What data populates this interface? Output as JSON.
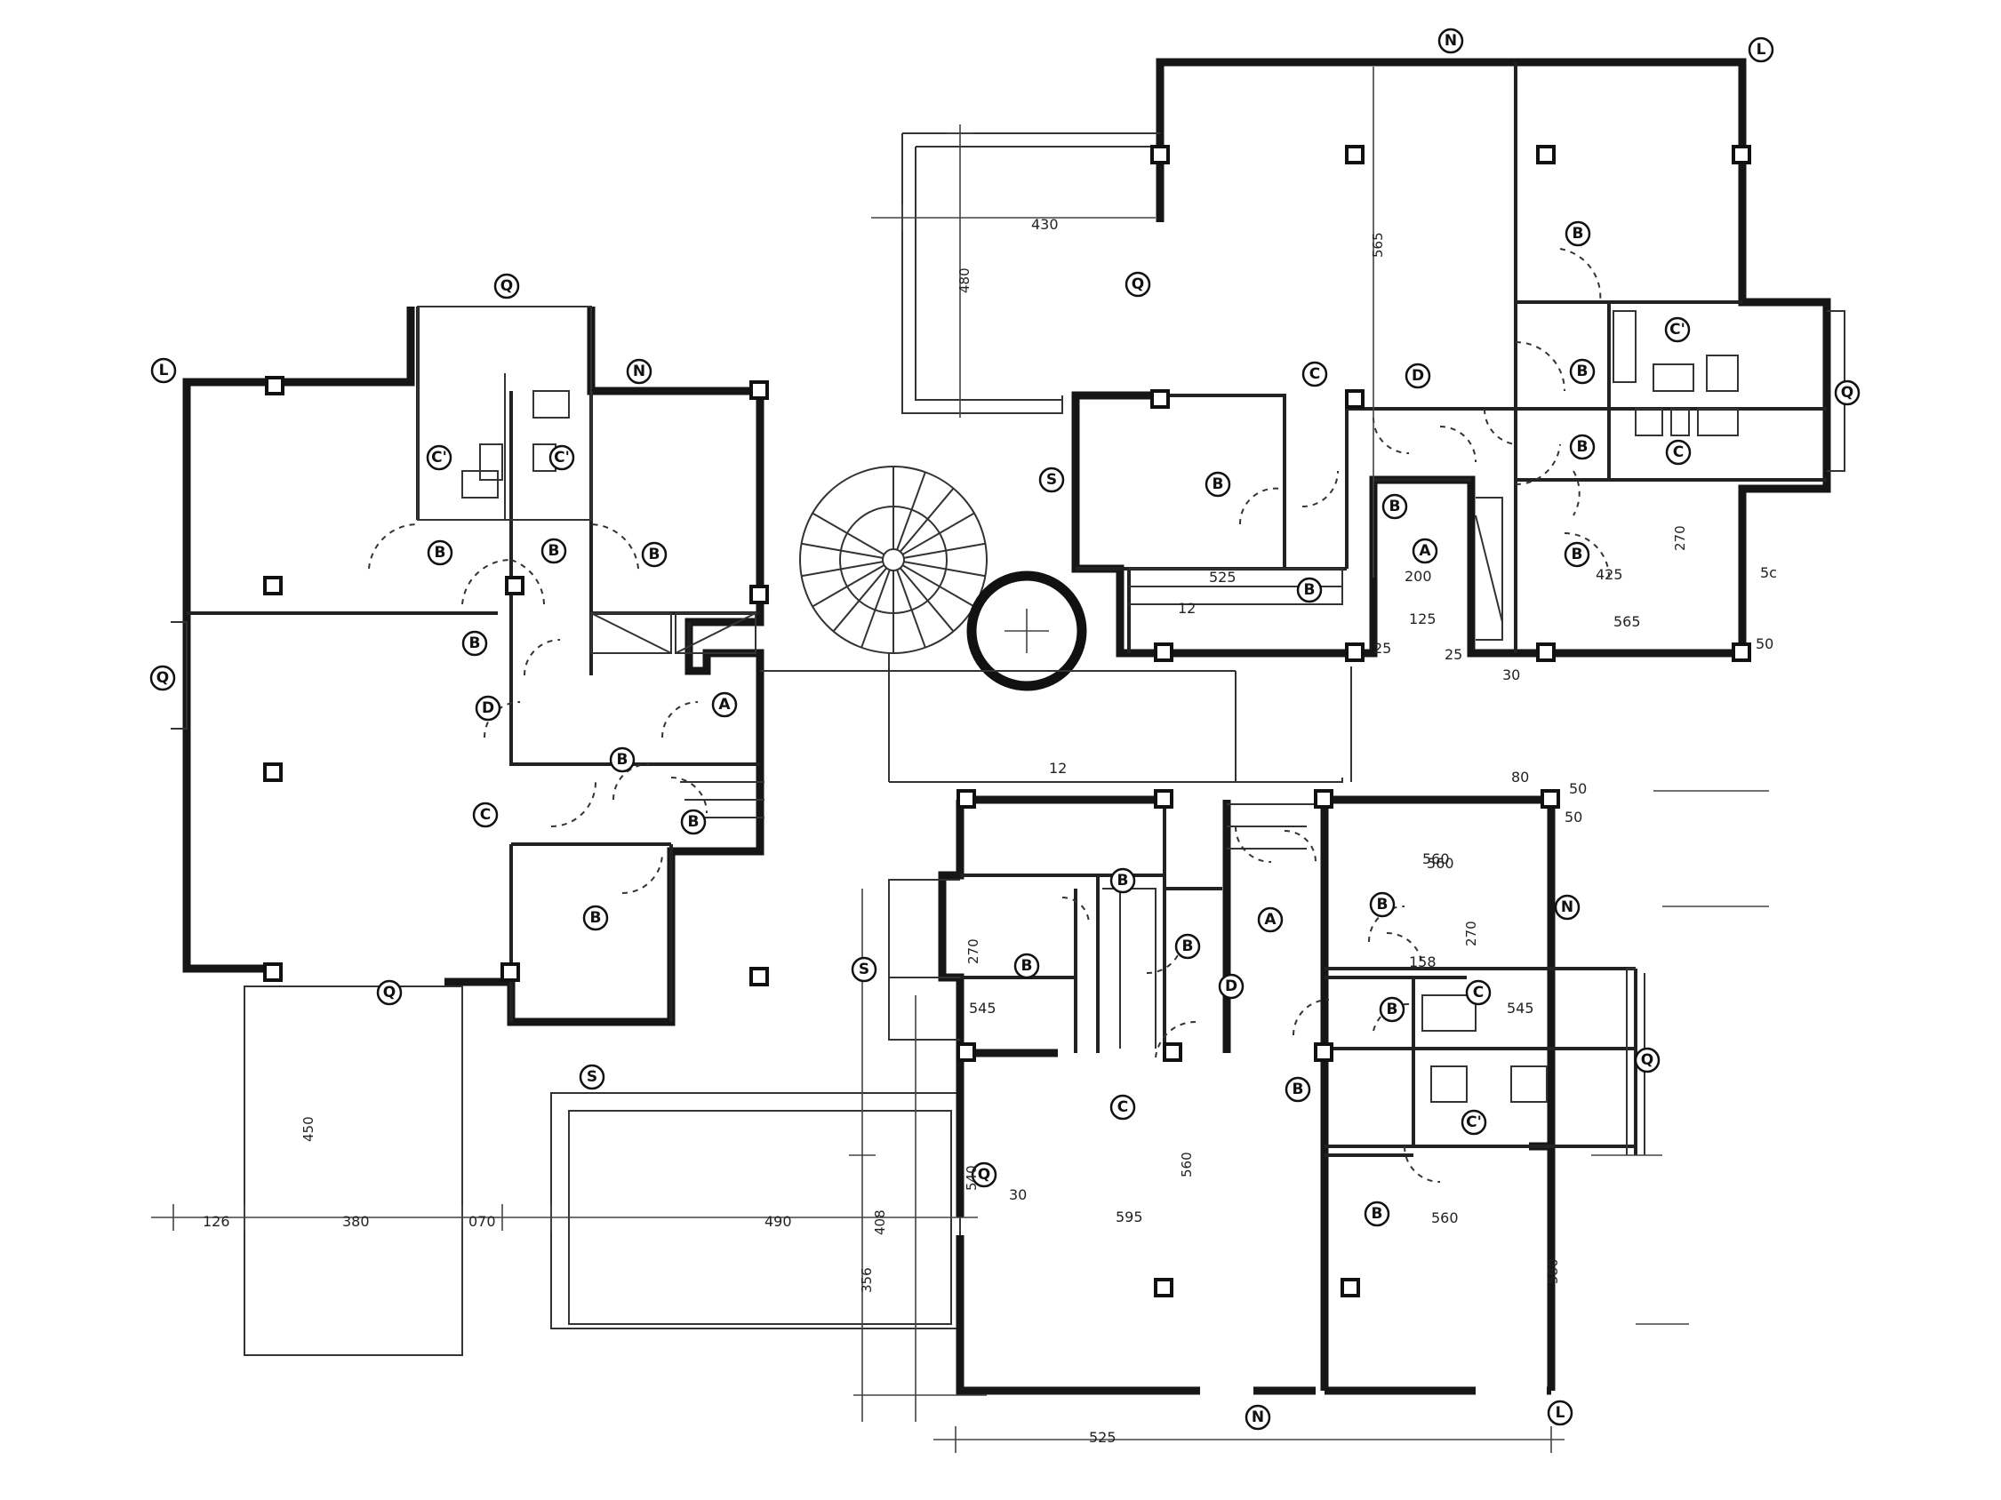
{
  "labels": {
    "b1": "L",
    "b2": "Q",
    "b3": "N",
    "b4": "Q",
    "b5": "C'",
    "b6": "C'",
    "b7": "B",
    "b8": "B",
    "b9": "B",
    "b10": "B",
    "b11": "D",
    "b12": "A",
    "b13": "B",
    "b14": "C",
    "b15": "B",
    "b16": "B",
    "b17": "Q",
    "b18": "S",
    "b19": "N",
    "b20": "L",
    "b21": "Q",
    "b22": "B",
    "b23": "C",
    "b24": "D",
    "b25": "C'",
    "b26": "B",
    "b27": "B",
    "b28": "C",
    "b29": "Q",
    "b30": "S",
    "b31": "B",
    "b32": "B",
    "b33": "A",
    "b34": "B",
    "b35": "B",
    "b36": "B",
    "b37": "A",
    "b38": "N",
    "b39": "S",
    "b40": "B",
    "b41": "B",
    "b42": "B",
    "b43": "D",
    "b44": "C",
    "b45": "B",
    "b46": "B",
    "b47": "B",
    "b48": "C",
    "b49": "C'",
    "b50": "Q",
    "b51": "Q",
    "b52": "B",
    "b53": "N",
    "b54": "L"
  },
  "dims": {
    "d1": "126",
    "d2": "380",
    "d3": "070",
    "d4": "490",
    "d5": "450",
    "d6": "430",
    "d7": "480",
    "d8": "565",
    "d9": "425",
    "d10": "270",
    "d11": "565",
    "d12": "525",
    "d13": "12",
    "d14": "200",
    "d15": "125",
    "d16": "25",
    "d17": "25",
    "d18": "30",
    "d19": "50",
    "d20": "50",
    "d21": "5c",
    "d22": "560",
    "d23": "270",
    "d24": "560",
    "d25": "545",
    "d26": "158",
    "d27": "270",
    "d28": "545",
    "d29": "595",
    "d30": "540",
    "d31": "560",
    "d32": "525",
    "d33": "580",
    "d34": "560",
    "d35": "408",
    "d36": "356",
    "d37": "12",
    "d38": "80",
    "d39": "50",
    "d40": "30"
  }
}
